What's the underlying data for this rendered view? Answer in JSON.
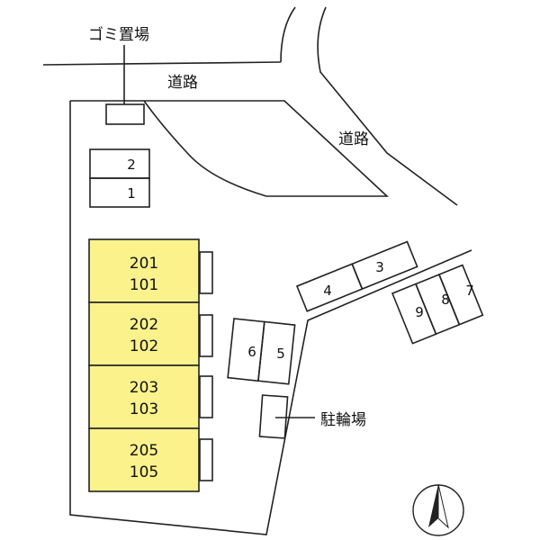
{
  "labels": {
    "garbage": "ゴミ置場",
    "road_top": "道路",
    "road_right": "道路",
    "bicycle": "駐輪場"
  },
  "units": [
    {
      "upper": "201",
      "lower": "101"
    },
    {
      "upper": "202",
      "lower": "102"
    },
    {
      "upper": "203",
      "lower": "103"
    },
    {
      "upper": "205",
      "lower": "105"
    }
  ],
  "parking": [
    "1",
    "2",
    "3",
    "4",
    "5",
    "6",
    "7",
    "8",
    "9"
  ],
  "colors": {
    "building_fill": "#fbf28c",
    "line": "#222222"
  }
}
